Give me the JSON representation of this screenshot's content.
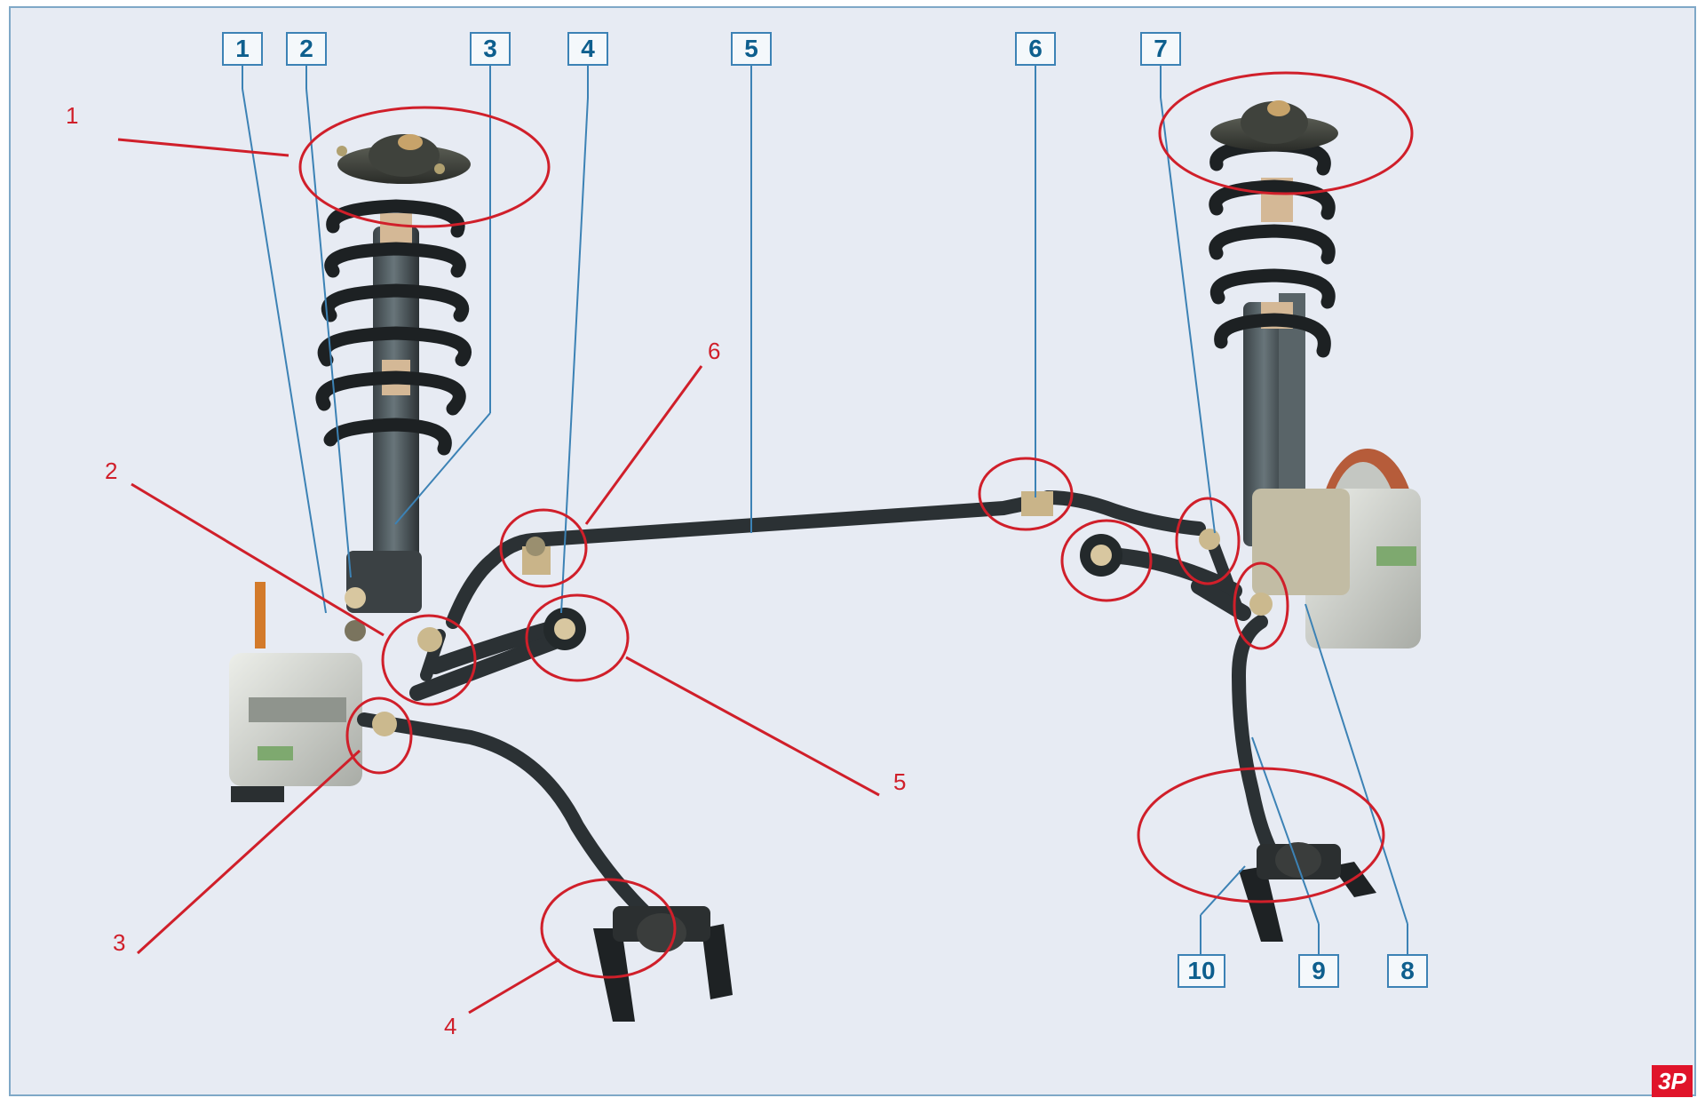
{
  "callouts_blue": [
    "1",
    "2",
    "3",
    "4",
    "5",
    "6",
    "7",
    "8",
    "9",
    "10"
  ],
  "callouts_red": [
    "1",
    "2",
    "3",
    "4",
    "5",
    "6"
  ],
  "logo": "3P",
  "colors": {
    "background": "#e7ebf3",
    "frame_border": "#7fa8c7",
    "label_border": "#3c82b5",
    "label_text": "#0e5f8e",
    "red_marker": "#d01f2a",
    "bar": "#2b3134",
    "spring": "#1d2123",
    "caliper": "#d7d9d3",
    "bushing": "#c9b489"
  }
}
